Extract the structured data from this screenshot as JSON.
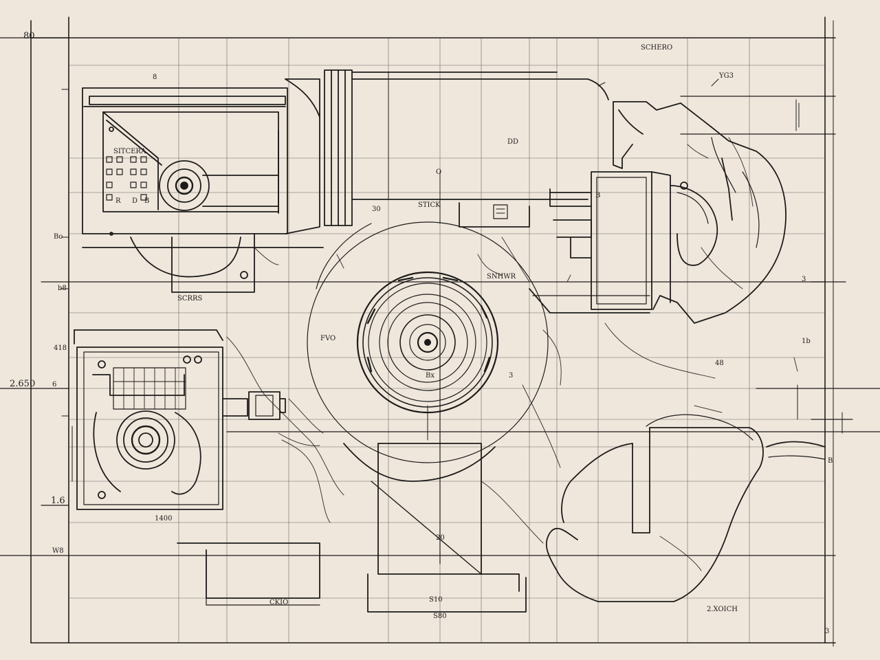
{
  "labels": {
    "top_left_dim": "80",
    "top_right_title": "SCHERO",
    "top_right_dim": "YG3",
    "left_mid_dim": "8",
    "left_b": "Bo",
    "left_cb": "b8",
    "left_418": "418",
    "left_2650": "2.650",
    "left_18": "1.6",
    "left_bottom": "W8",
    "panel_title": "SITCERA",
    "panel_r": "R",
    "panel_d": "D",
    "panel_b": "B",
    "lens_caption": "SCRRS",
    "center_top_d": "DD",
    "center_top_o": "O",
    "center_stick": "STICK",
    "center_30": "30",
    "right_b": "B",
    "mid_label": "SNHWR",
    "ring_fvo": "FVO",
    "ring_bx": "Bx",
    "ring_3": "3",
    "right_3": "3",
    "right_1b": "1b",
    "right_48": "48",
    "bottom_1400": "1400",
    "bottom_20": "20",
    "bottom_s10": "S10",
    "bottom_ckio": "CKIO",
    "bottom_s80": "S80",
    "bottom_right": "2.XOICH",
    "far_right_b": "B",
    "far_right_3": "3",
    "side_left_6": "6"
  }
}
